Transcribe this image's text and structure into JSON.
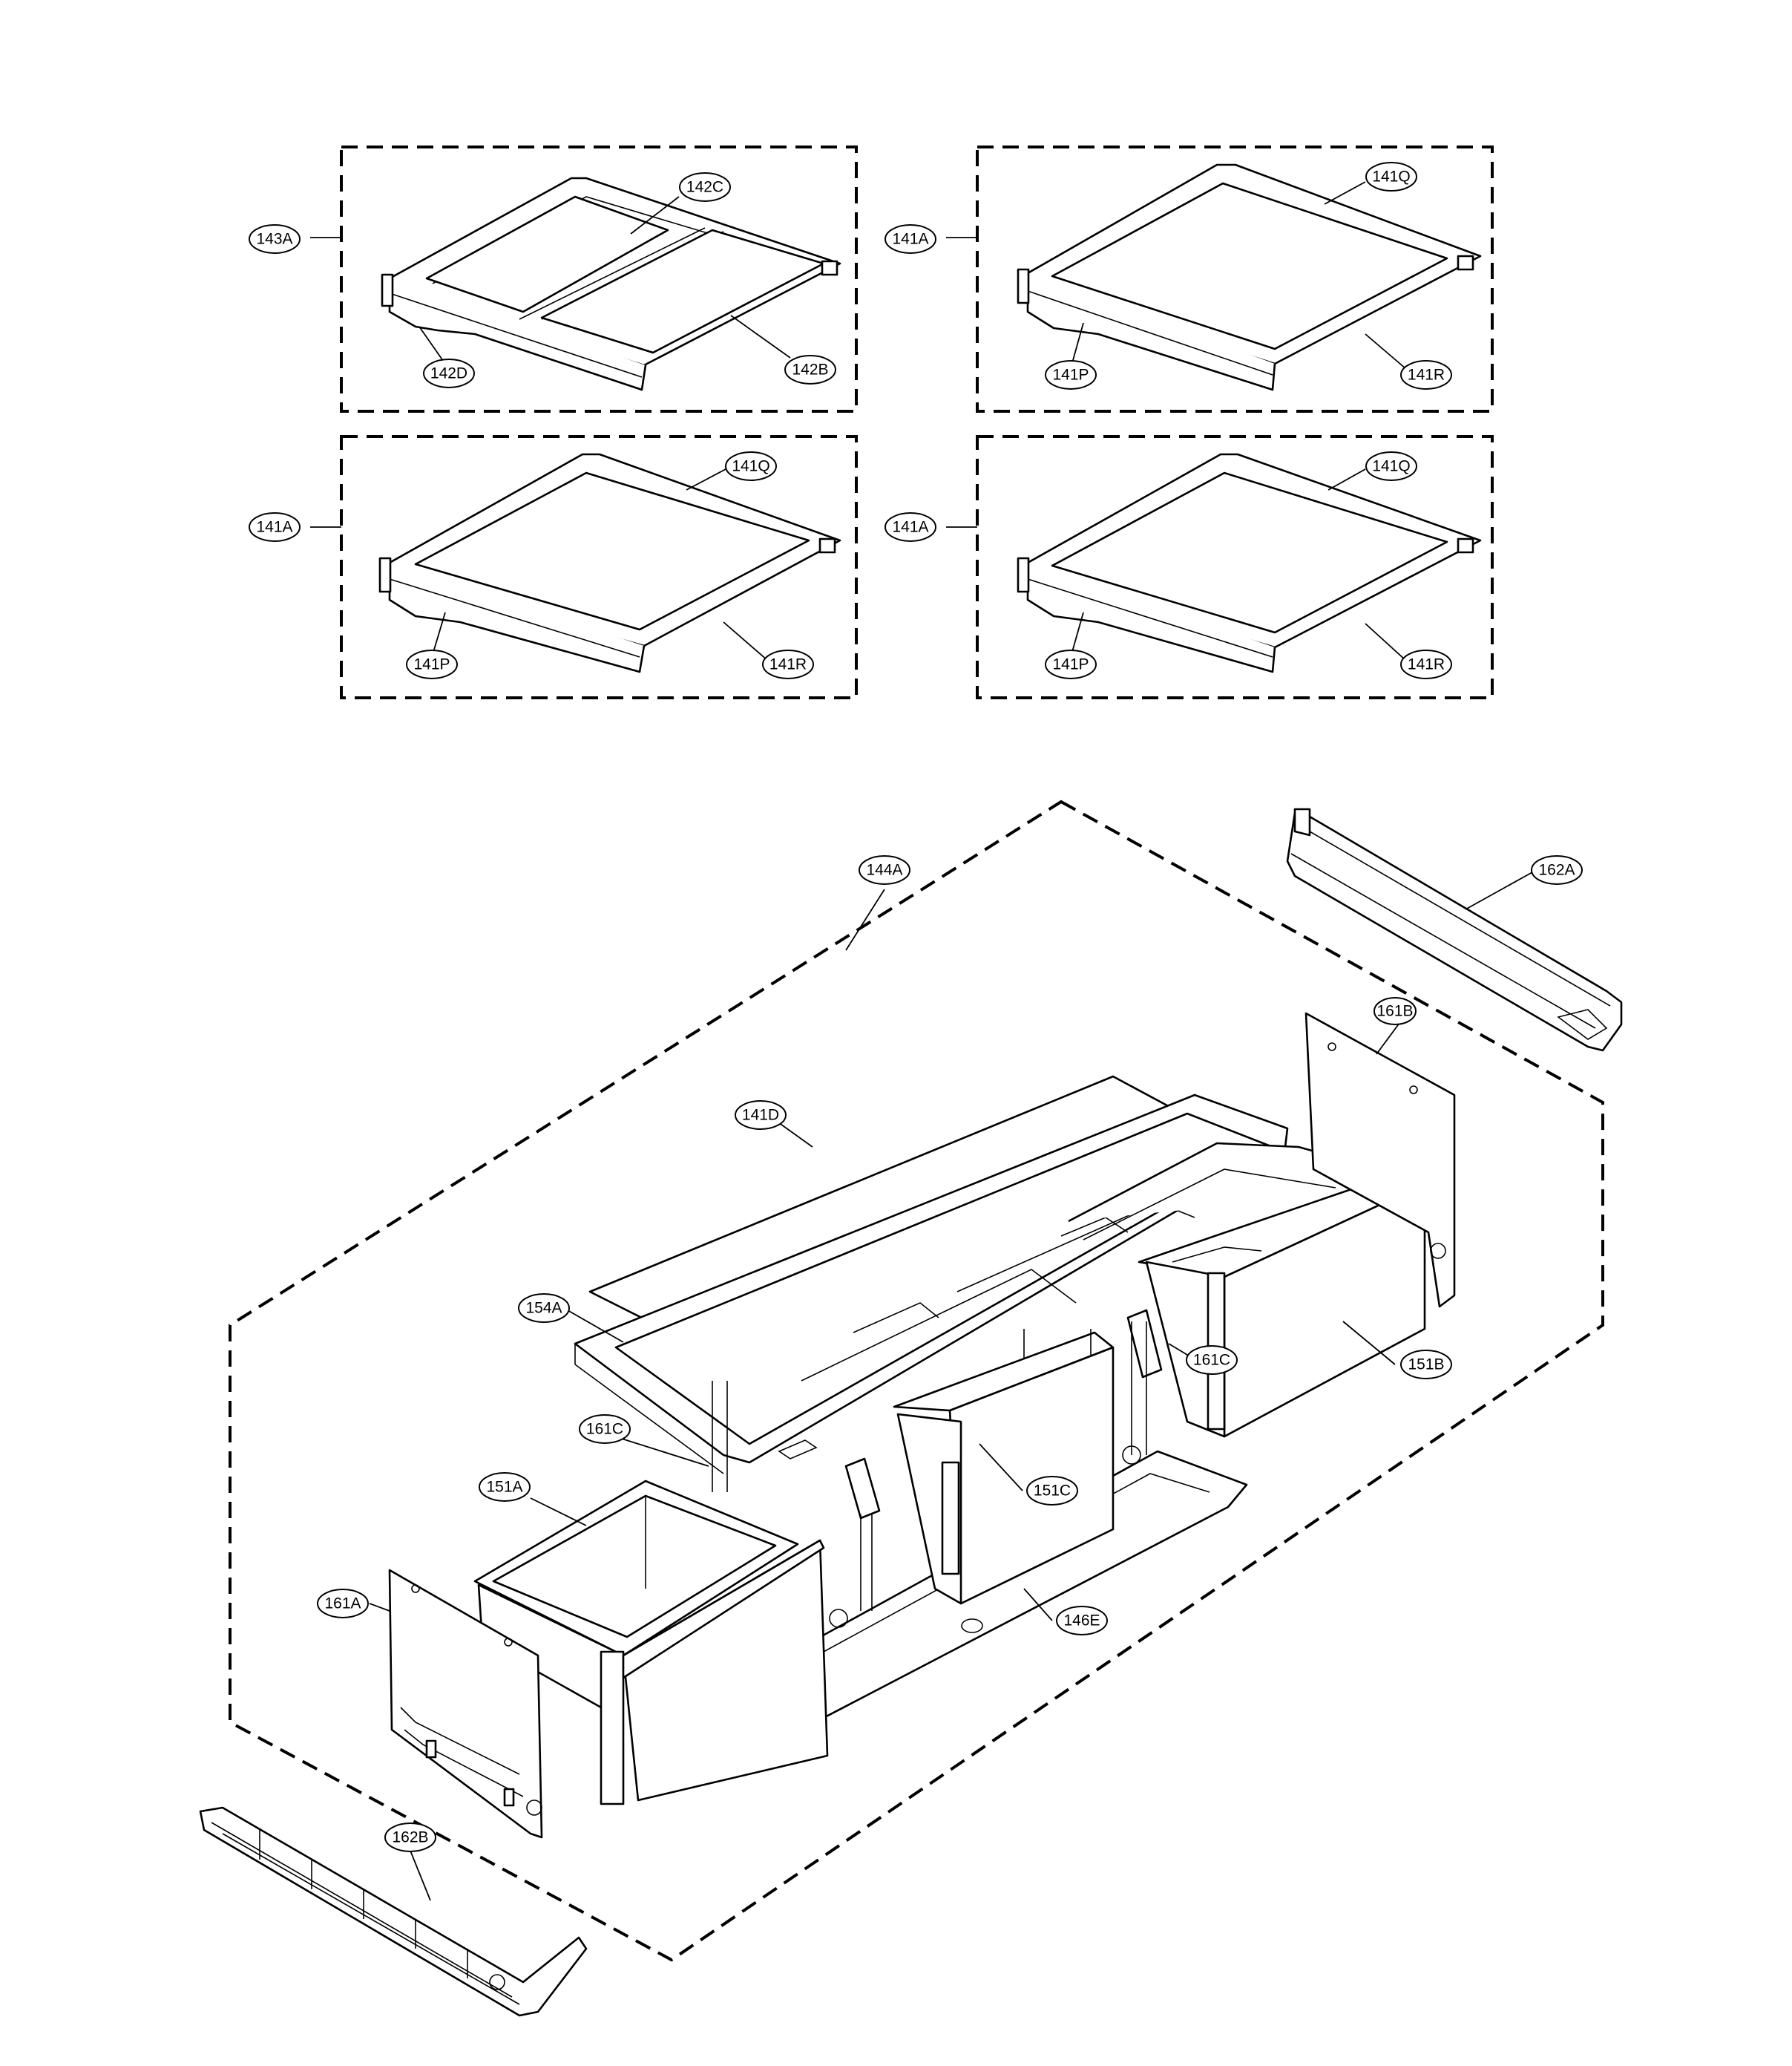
{
  "callouts": {
    "c143A": "143A",
    "c142C": "142C",
    "c142D": "142D",
    "c142B": "142B",
    "c141A_1": "141A",
    "c141Q_1": "141Q",
    "c141P_1": "141P",
    "c141R_1": "141R",
    "c141A_2": "141A",
    "c141Q_2": "141Q",
    "c141P_2": "141P",
    "c141R_2": "141R",
    "c141A_3": "141A",
    "c141Q_3": "141Q",
    "c141P_3": "141P",
    "c141R_3": "141R",
    "c144A": "144A",
    "c162A": "162A",
    "c161B": "161B",
    "c141D": "141D",
    "c154A": "154A",
    "c161C_1": "161C",
    "c151B": "151B",
    "c161C_2": "161C",
    "c151A": "151A",
    "c151C": "151C",
    "c161A": "161A",
    "c146E": "146E",
    "c162B": "162B"
  }
}
